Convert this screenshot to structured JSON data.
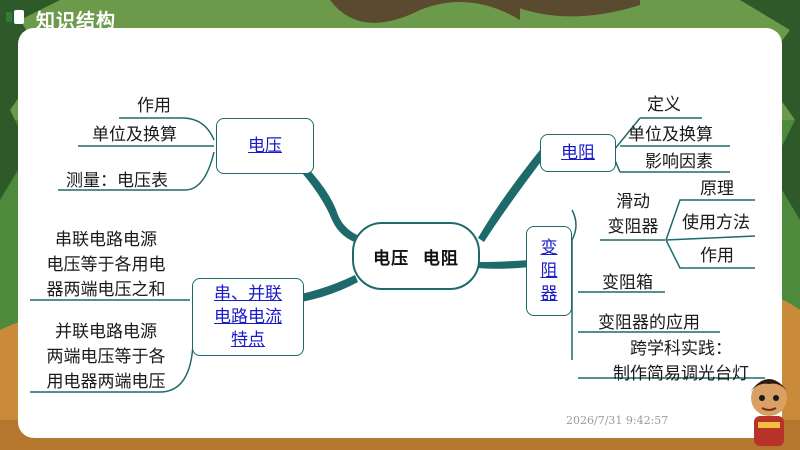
{
  "header": {
    "title": "知识结构"
  },
  "center": {
    "label": "电压  电阻"
  },
  "nodes": {
    "voltage": {
      "label": "电压",
      "items": [
        "作用",
        "单位及换算",
        "测量：电压表"
      ]
    },
    "series_parallel": {
      "label_line1": "串、并联",
      "label_line2": "电路电流",
      "label_line3": "特点",
      "series_line1": "串联电路电源",
      "series_line2": "电压等于各用电",
      "series_line3": "器两端电压之和",
      "parallel_line1": "并联电路电源",
      "parallel_line2": "两端电压等于各",
      "parallel_line3": "用电器两端电压"
    },
    "resistance": {
      "label": "电阻",
      "items": [
        "定义",
        "单位及换算",
        "影响因素"
      ]
    },
    "rheostat": {
      "label_line1": "变",
      "label_line2": "阻",
      "label_line3": "器",
      "sliding_line1": "滑动",
      "sliding_line2": "变阻器",
      "sliding_items": [
        "原理",
        "使用方法",
        "作用"
      ],
      "resistance_box": "变阻箱",
      "application": "变阻器的应用",
      "practice_line1": "跨学科实践：",
      "practice_line2": "制作简易调光台灯"
    }
  },
  "timestamp": "2026/7/31 9:42:57",
  "colors": {
    "branch": "#1e6a6a",
    "accent": "#2f7b3a",
    "link": "#1a1acc"
  }
}
